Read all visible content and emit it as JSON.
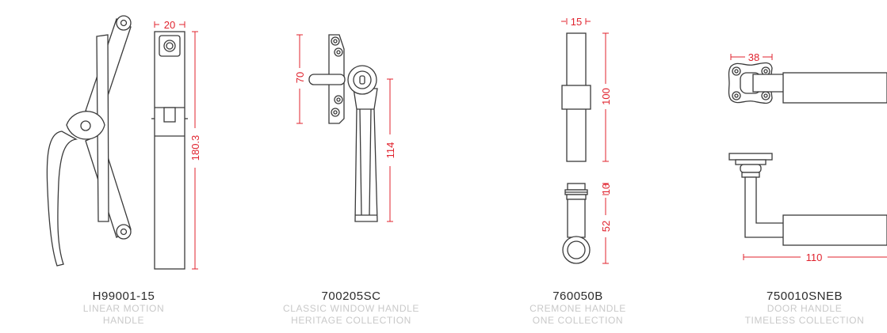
{
  "products": [
    {
      "code": "H99001-15",
      "lines": [
        "LINEAR MOTION",
        "HANDLE"
      ]
    },
    {
      "code": "700205SC",
      "lines": [
        "CLASSIC WINDOW HANDLE",
        "HERITAGE COLLECTION"
      ]
    },
    {
      "code": "760050B",
      "lines": [
        "CREMONE HANDLE",
        "ONE COLLECTION"
      ]
    },
    {
      "code": "750010SNEB",
      "lines": [
        "DOOR HANDLE",
        "TIMELESS COLLECTION"
      ]
    }
  ],
  "dimensions": {
    "p1_width": "20",
    "p1_height": "180.3",
    "p2_top": "70",
    "p2_lever": "114",
    "p3_width": "15",
    "p3_height": "100",
    "p3_collar": "10",
    "p3_lower": "52",
    "p4_rose": "38",
    "p4_length": "110"
  },
  "colors": {
    "dimension": "#e0232e",
    "line": "#3a3a3a",
    "caption_sub": "#c9c9c9"
  }
}
